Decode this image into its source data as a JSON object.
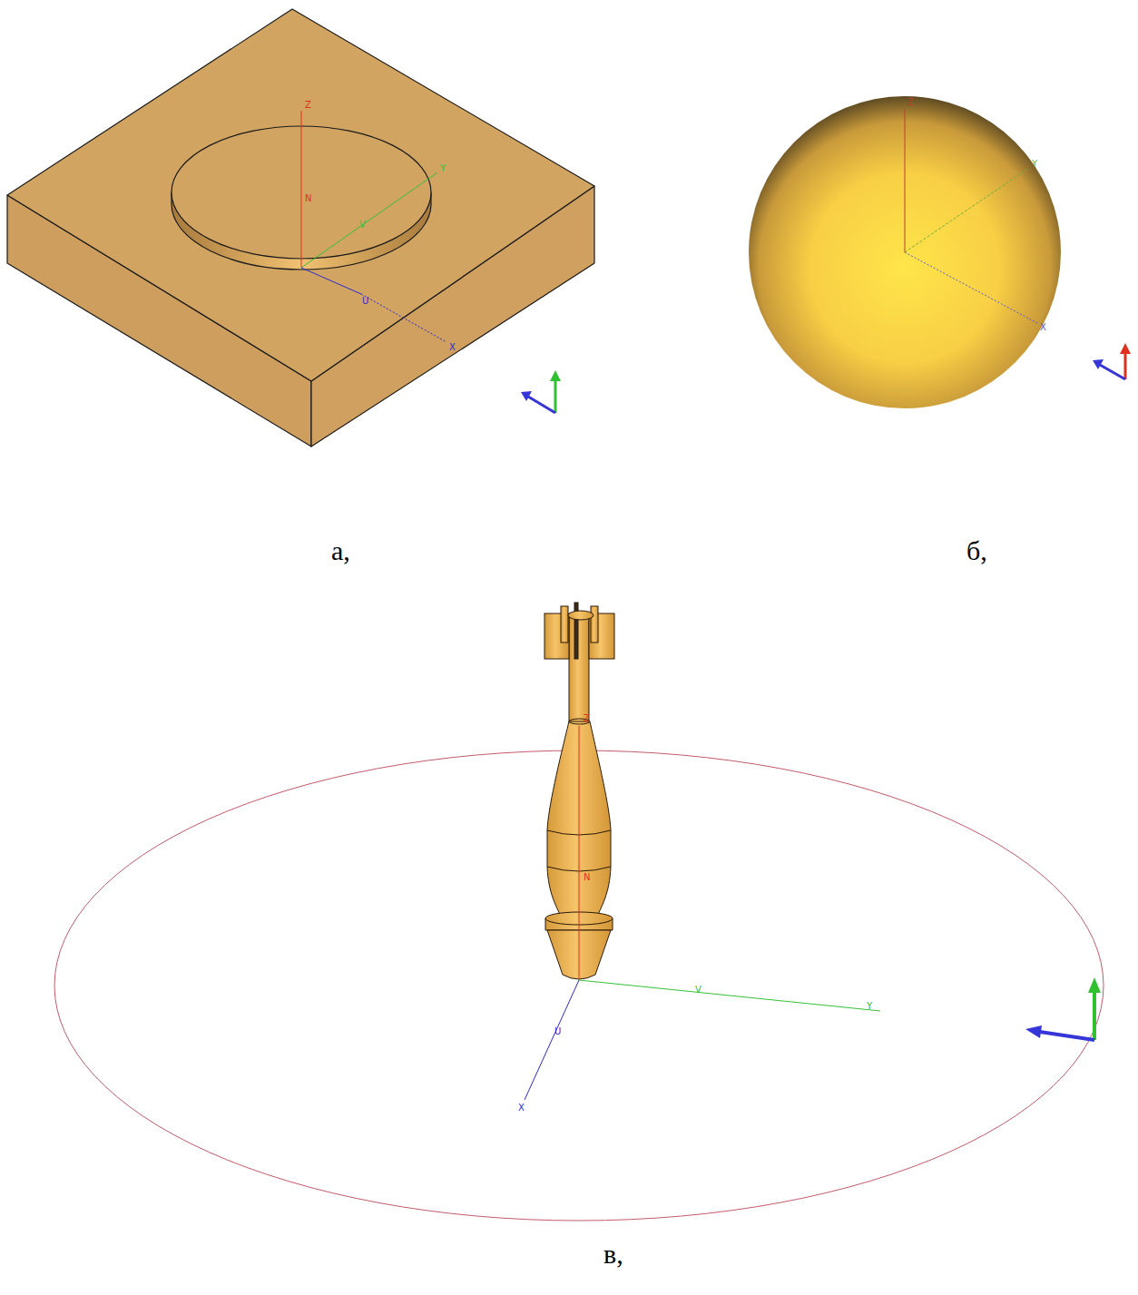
{
  "diagram": {
    "labels": [
      "Z",
      "N",
      "Y",
      "V",
      "U",
      "X",
      "Z",
      "Y",
      "X",
      "а,",
      "б,",
      "Z",
      "N",
      "V",
      "Y",
      "U",
      "X",
      "в,"
    ]
  }
}
